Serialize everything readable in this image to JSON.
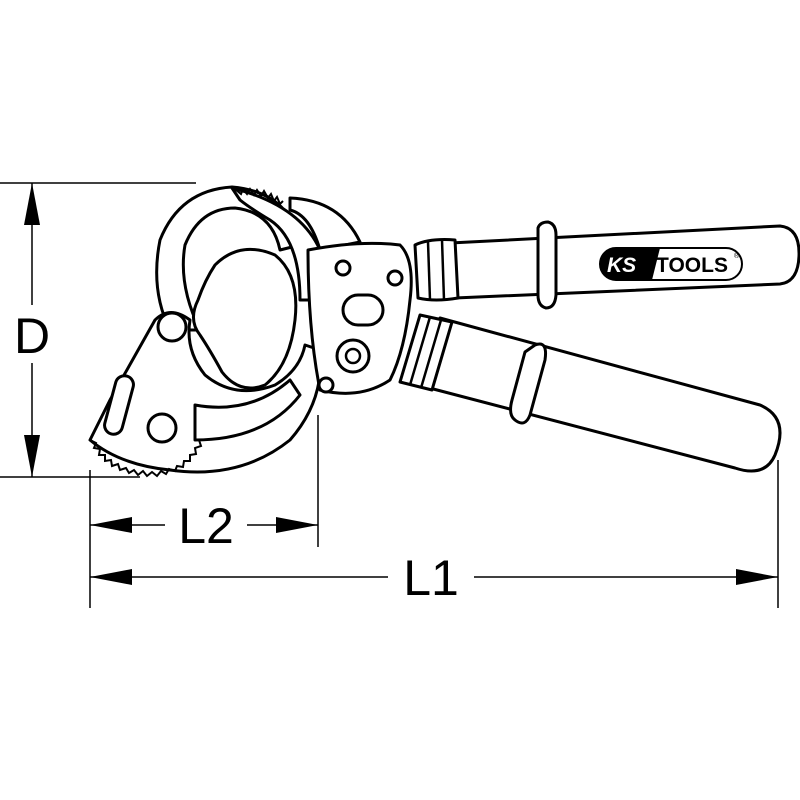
{
  "dimensions": {
    "height_label": "D",
    "jaw_length_label": "L2",
    "total_length_label": "L1"
  },
  "logo": {
    "brand": "KS TOOLS",
    "part1": "KS",
    "part2": "TOOLS",
    "mark": "®"
  },
  "colors": {
    "line": "#000000",
    "background": "#ffffff"
  }
}
